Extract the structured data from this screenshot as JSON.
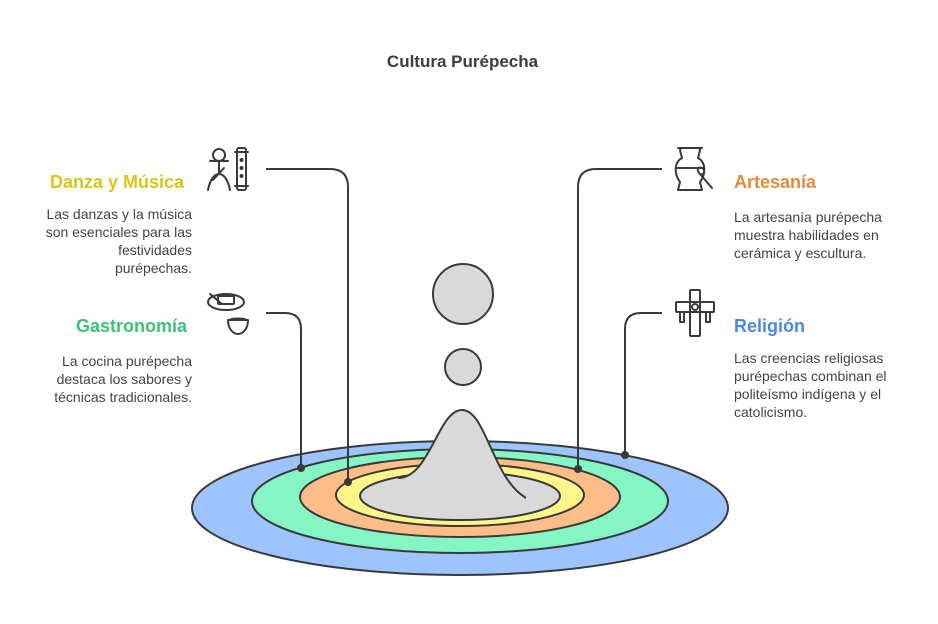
{
  "title": "Cultura Purépecha",
  "colors": {
    "danza": "#d8c51c",
    "gastronomia": "#3cc27a",
    "artesania": "#e88a3a",
    "religion": "#4a8ae0",
    "ring_outer": "#9ec4ff",
    "ring_green": "#84f5c4",
    "ring_orange": "#ffbd89",
    "ring_yellow": "#fff68a",
    "ring_center": "#d9d9d9"
  },
  "sections": {
    "danza": {
      "heading": "Danza y Música",
      "lines": [
        "Las danzas y la música",
        "son esenciales para las",
        "festividades",
        "purépechas."
      ],
      "icon": "dancer-flute-icon"
    },
    "gastronomia": {
      "heading": "Gastronomía",
      "lines": [
        "La cocina purépecha",
        "destaca los sabores y",
        "técnicas tradicionales."
      ],
      "icon": "food-bowl-icon"
    },
    "artesania": {
      "heading": "Artesanía",
      "lines": [
        "La artesanía purépecha",
        "muestra habilidades en",
        "cerámica y escultura."
      ],
      "icon": "vase-brush-icon"
    },
    "religion": {
      "heading": "Religión",
      "lines": [
        "Las creencias religiosas",
        "purépechas combinan el",
        "politeísmo indígena y el",
        "catolicismo."
      ],
      "icon": "cross-icon"
    }
  }
}
